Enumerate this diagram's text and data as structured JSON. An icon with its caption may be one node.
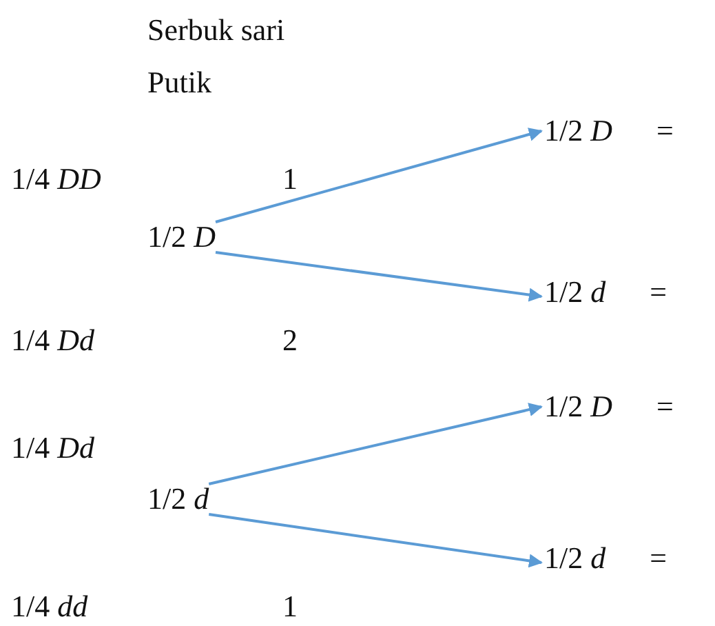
{
  "diagram": {
    "nodes": [
      {
        "text": [
          "1/2 *D*"
        ],
        "beside": [
          "="
        ]
      },
      {
        "text": [
          "1/2 *D*"
        ]
      },
      {
        "text": [
          "1/2 *d*"
        ],
        "beside": [
          "="
        ]
      },
      {
        "text": [
          "1/2 *D*"
        ],
        "beside": [
          "="
        ]
      },
      {
        "text": [
          "1/2 *d*"
        ]
      },
      {
        "text": [
          "1/2 *d*"
        ],
        "beside": [
          "="
        ]
      }
    ],
    "edges": [
      {
        "from": 1,
        "to": 0,
        "arrow": "to"
      },
      {
        "from": 1,
        "to": 2,
        "arrow": "to"
      },
      {
        "from": 4,
        "to": 3,
        "arrow": "to"
      },
      {
        "from": 4,
        "to": 5,
        "arrow": "to"
      }
    ],
    "labels": [
      "Serbuk sari",
      "Putik",
      "1/4 *DD*",
      "1",
      "1/4 *Dd*",
      "2",
      "1/4 *Dd*",
      "1/4 *dd*",
      "1"
    ]
  }
}
